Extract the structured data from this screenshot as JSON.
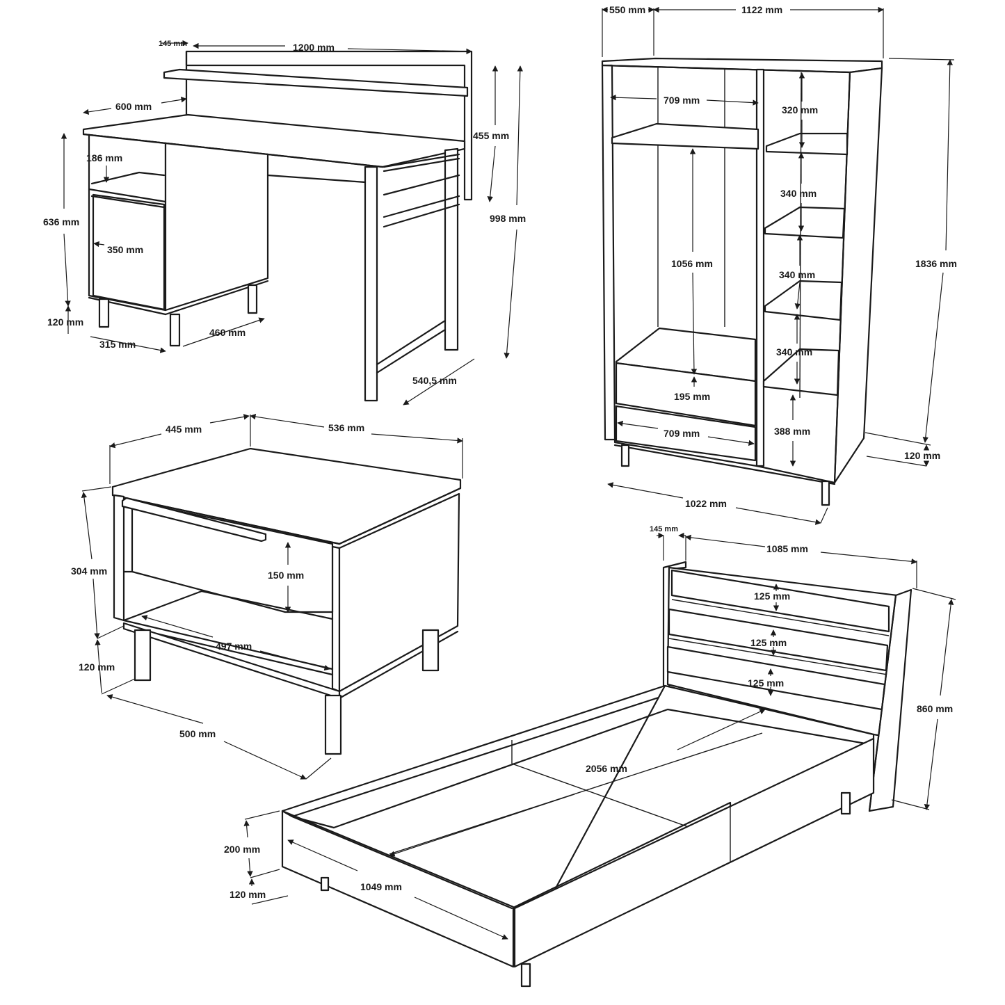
{
  "desk": {
    "shelf_depth": "145 mm",
    "width": "1200 mm",
    "depth": "600 mm",
    "hutch_height": "455 mm",
    "total_height": "998 mm",
    "niche_height": "186 mm",
    "body_height": "636 mm",
    "drawer_height": "350 mm",
    "leg_height": "120 mm",
    "cabinet_depth": "315 mm",
    "cabinet_width": "460 mm",
    "frame_depth": "540,5 mm"
  },
  "wardrobe": {
    "depth": "550 mm",
    "width": "1122 mm",
    "upper_compartment": "709 mm",
    "top_shelf_gap": "320 mm",
    "shelf_gap_1": "340 mm",
    "shelf_gap_2": "340 mm",
    "shelf_gap_3": "340 mm",
    "hanging_height": "1056 mm",
    "total_height": "1836 mm",
    "drawer_height": "195 mm",
    "drawer_width": "709 mm",
    "bottom_compartment": "388 mm",
    "leg_height": "120 mm",
    "base_width": "1022 mm"
  },
  "nightstand": {
    "depth": "445 mm",
    "width": "536 mm",
    "body_height": "304 mm",
    "drawer_height": "150 mm",
    "inner_width": "497 mm",
    "leg_height": "120 mm",
    "base_width": "500 mm"
  },
  "bed": {
    "headboard_depth": "145 mm",
    "width": "1085 mm",
    "slat_1": "125 mm",
    "slat_2": "125 mm",
    "slat_3": "125 mm",
    "headboard_height": "860 mm",
    "length": "2056 mm",
    "frame_height": "200 mm",
    "inner_width": "1049 mm",
    "leg_height": "120 mm"
  }
}
